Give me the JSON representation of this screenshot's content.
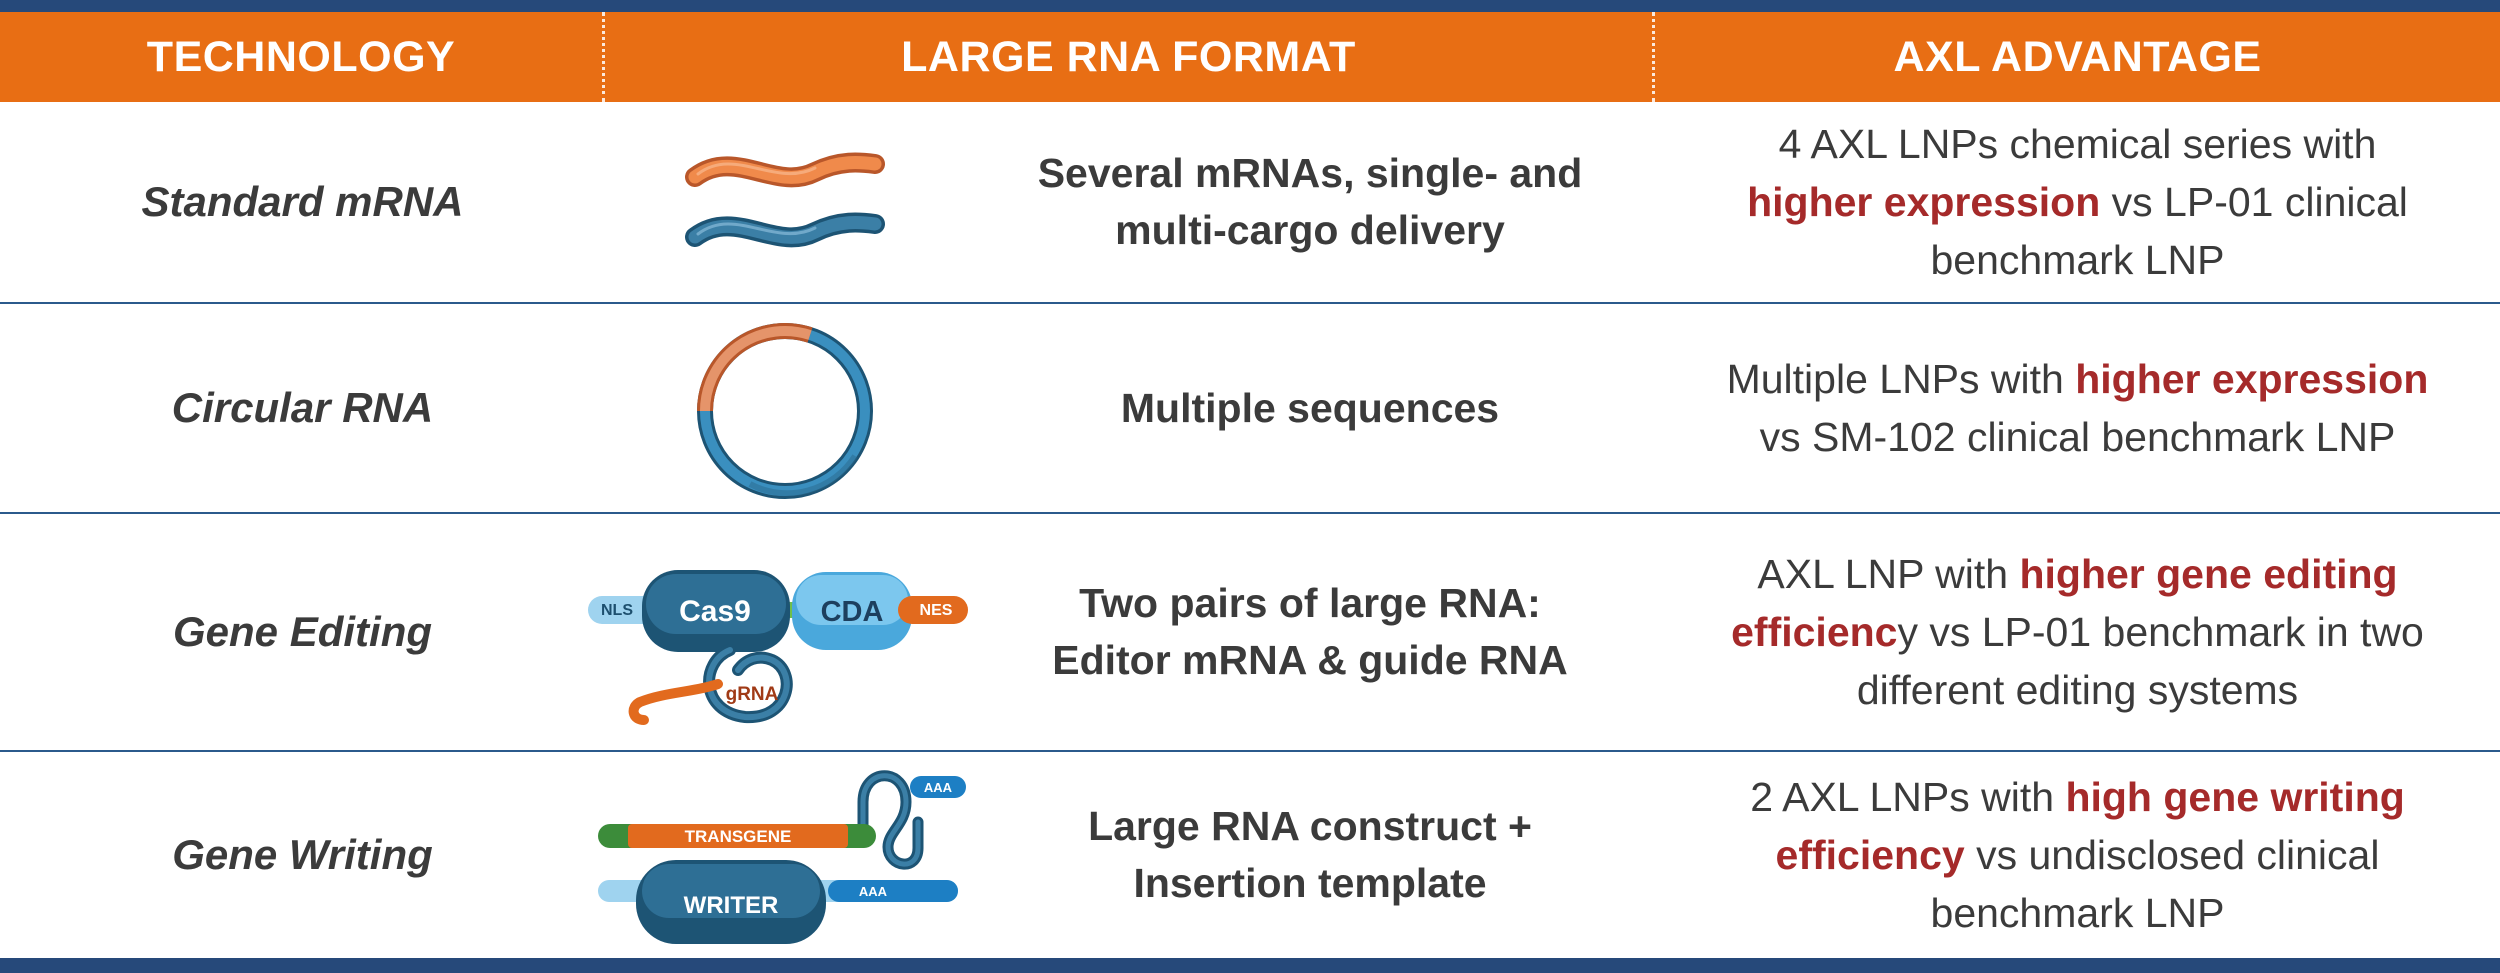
{
  "header": {
    "col1": "TECHNOLOGY",
    "col2": "LARGE RNA FORMAT",
    "col3": "AXL ADVANTAGE"
  },
  "rows": [
    {
      "technology": "Standard mRNA",
      "format_line1": "Several mRNAs, single- and",
      "format_line2": "multi-cargo delivery",
      "adv": {
        "line1": "4 AXL LNPs chemical series with",
        "hl1": "higher expression",
        "line2_rest": " vs LP-01 clinical",
        "line3": "benchmark LNP"
      },
      "icon": "mrna-strands-icon"
    },
    {
      "technology": "Circular RNA",
      "format_line1": "Multiple sequences",
      "adv": {
        "line1_pre": "Multiple LNPs with ",
        "hl1": "higher expression",
        "line2": "vs SM-102 clinical benchmark LNP"
      },
      "icon": "circular-rna-icon"
    },
    {
      "technology": "Gene Editing",
      "format_line1": "Two pairs of large RNA:",
      "format_line2": "Editor mRNA & guide RNA",
      "adv": {
        "line1_pre": "AXL LNP with ",
        "hl1": "higher gene editing",
        "hl2": "efficienc",
        "line2_rest": "y vs LP-01 benchmark in two",
        "line3": "different editing systems"
      },
      "icon": "cas9-editor-icon",
      "labels": {
        "nls": "NLS",
        "cas9": "Cas9",
        "cda": "CDA",
        "nes": "NES",
        "grna": "gRNA"
      }
    },
    {
      "technology": "Gene Writing",
      "format_line1": "Large RNA construct +",
      "format_line2": "Insertion template",
      "adv": {
        "line1_pre": "2 AXL LNPs with ",
        "hl1": "high gene writing",
        "hl2": "efficiency",
        "line2_rest": " vs undisclosed clinical",
        "line3": "benchmark LNP"
      },
      "icon": "gene-writer-icon",
      "labels": {
        "transgene": "TRANSGENE",
        "writer": "WRITER",
        "aaa1": "AAA",
        "aaa2": "AAA"
      }
    }
  ],
  "colors": {
    "header_bg": "#e86e14",
    "bar": "#26497a",
    "highlight": "#a52a2a",
    "text": "#3b3b3b",
    "rna_orange": "#e8753a",
    "rna_blue": "#2a6a8e"
  }
}
